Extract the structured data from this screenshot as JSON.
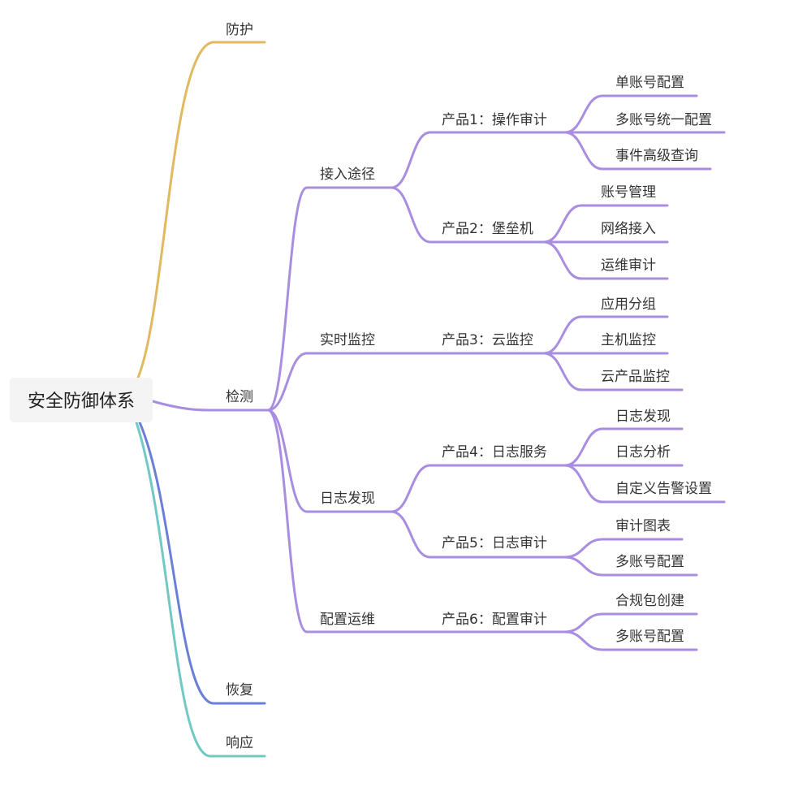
{
  "colors": {
    "purple": "#a88de0",
    "gold": "#e0b961",
    "blue": "#6b7fd6",
    "teal": "#72c9c3",
    "root_bg": "#f4f4f4",
    "text": "#333333"
  },
  "root": {
    "label": "安全防御体系"
  },
  "branches": {
    "protect": {
      "label": "防护",
      "color": "gold"
    },
    "detect": {
      "label": "检测",
      "color": "purple",
      "access": {
        "label": "接入途径",
        "p1": {
          "label": "产品1：操作审计",
          "items": [
            "单账号配置",
            "多账号统一配置",
            "事件高级查询"
          ]
        },
        "p2": {
          "label": "产品2：堡垒机",
          "items": [
            "账号管理",
            "网络接入",
            "运维审计"
          ]
        }
      },
      "monitor": {
        "label": "实时监控",
        "p3": {
          "label": "产品3：云监控",
          "items": [
            "应用分组",
            "主机监控",
            "云产品监控"
          ]
        }
      },
      "logs": {
        "label": "日志发现",
        "p4": {
          "label": "产品4：日志服务",
          "items": [
            "日志发现",
            "日志分析",
            "自定义告警设置"
          ]
        },
        "p5": {
          "label": "产品5：日志审计",
          "items": [
            "审计图表",
            "多账号配置"
          ]
        }
      },
      "ops": {
        "label": "配置运维",
        "p6": {
          "label": "产品6：配置审计",
          "items": [
            "合规包创建",
            "多账号配置"
          ]
        }
      }
    },
    "recover": {
      "label": "恢复",
      "color": "blue"
    },
    "respond": {
      "label": "响应",
      "color": "teal"
    }
  }
}
